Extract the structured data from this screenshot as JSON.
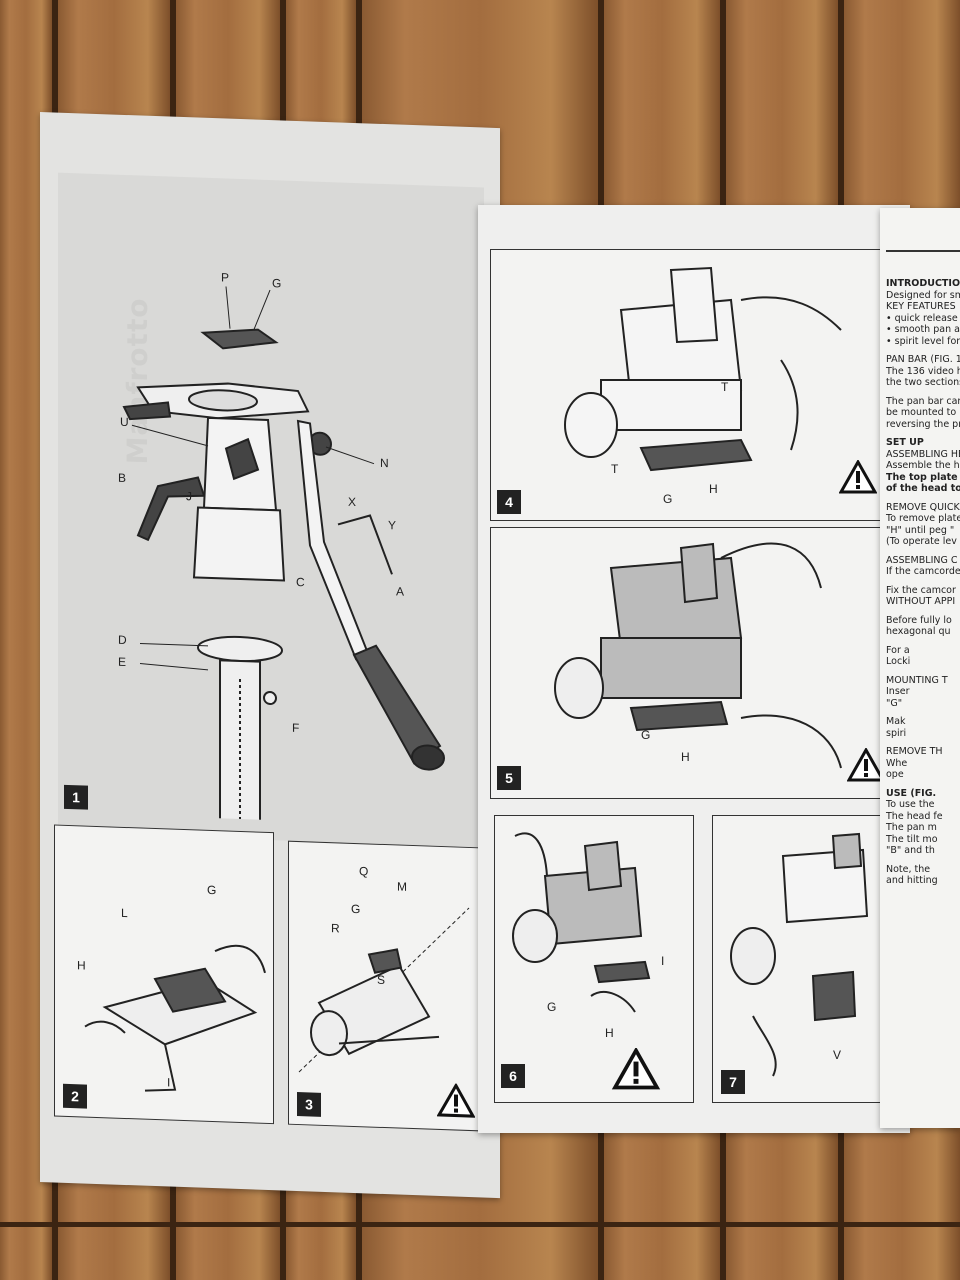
{
  "brand": {
    "name": "Manfrotto"
  },
  "figure1": {
    "number": "1",
    "labels": [
      "P",
      "G",
      "U",
      "N",
      "B",
      "J",
      "X",
      "Y",
      "D",
      "E",
      "C",
      "A",
      "F"
    ]
  },
  "figures": [
    {
      "number": "2",
      "labels": [
        "G",
        "L",
        "H",
        "I"
      ],
      "warning": false
    },
    {
      "number": "3",
      "labels": [
        "Q",
        "M",
        "G",
        "R",
        "S"
      ],
      "warning": true
    },
    {
      "number": "4",
      "labels": [
        "T",
        "T",
        "G",
        "H"
      ],
      "warning": true
    },
    {
      "number": "5",
      "labels": [
        "G",
        "H"
      ],
      "warning": true
    },
    {
      "number": "6",
      "labels": [
        "I",
        "G",
        "H"
      ],
      "warning": true
    },
    {
      "number": "7",
      "labels": [
        "V"
      ],
      "warning": false
    }
  ],
  "text_column": {
    "lines": [
      {
        "t": "INTRODUCTIO",
        "bold": true
      },
      {
        "t": "Designed for sma",
        "bold": false
      },
      {
        "t": "KEY FEATURES",
        "bold": false
      },
      {
        "t": "• quick release c",
        "bold": false
      },
      {
        "t": "• smooth pan an",
        "bold": false
      },
      {
        "t": "• spirit level for f",
        "bold": false
      },
      {
        "t": "",
        "bold": false
      },
      {
        "t": "PAN BAR (FIG. 1",
        "bold": false
      },
      {
        "t": "The 136 video h",
        "bold": false
      },
      {
        "t": "the two sections",
        "bold": false
      },
      {
        "t": "",
        "bold": false
      },
      {
        "t": "The pan bar can",
        "bold": false
      },
      {
        "t": "be mounted to",
        "bold": false
      },
      {
        "t": "reversing the pr",
        "bold": false
      },
      {
        "t": "",
        "bold": false
      },
      {
        "t": "SET UP",
        "bold": true
      },
      {
        "t": "ASSEMBLING HE",
        "bold": false
      },
      {
        "t": "Assemble the he",
        "bold": false
      },
      {
        "t": "The top plate c",
        "bold": true
      },
      {
        "t": "of the head to",
        "bold": true
      },
      {
        "t": "",
        "bold": false
      },
      {
        "t": "REMOVE QUICK",
        "bold": false
      },
      {
        "t": "To remove plate",
        "bold": false
      },
      {
        "t": "\"H\" until peg \"",
        "bold": false
      },
      {
        "t": "(To operate lev",
        "bold": false
      },
      {
        "t": "",
        "bold": false
      },
      {
        "t": "ASSEMBLING C",
        "bold": false
      },
      {
        "t": "If the camcorde",
        "bold": false
      },
      {
        "t": "",
        "bold": false
      },
      {
        "t": "Fix the camcor",
        "bold": false
      },
      {
        "t": "WITHOUT APPI",
        "bold": false
      },
      {
        "t": "",
        "bold": false
      },
      {
        "t": "Before fully lo",
        "bold": false
      },
      {
        "t": "hexagonal qu",
        "bold": false
      },
      {
        "t": "",
        "bold": false
      },
      {
        "t": "     For a",
        "bold": false
      },
      {
        "t": "     Locki",
        "bold": false
      },
      {
        "t": "",
        "bold": false
      },
      {
        "t": "MOUNTING T",
        "bold": false
      },
      {
        "t": "     Inser",
        "bold": false
      },
      {
        "t": "     \"G\"",
        "bold": false
      },
      {
        "t": "",
        "bold": false
      },
      {
        "t": "     Mak",
        "bold": false
      },
      {
        "t": "     spiri",
        "bold": false
      },
      {
        "t": "",
        "bold": false
      },
      {
        "t": "REMOVE TH",
        "bold": false
      },
      {
        "t": "     Whe",
        "bold": false
      },
      {
        "t": "     ope",
        "bold": false
      },
      {
        "t": "",
        "bold": false
      },
      {
        "t": "USE (FIG.",
        "bold": true
      },
      {
        "t": "To use the",
        "bold": false
      },
      {
        "t": "The head fe",
        "bold": false
      },
      {
        "t": "The pan m",
        "bold": false
      },
      {
        "t": "The tilt mo",
        "bold": false
      },
      {
        "t": "\"B\" and th",
        "bold": false
      },
      {
        "t": "",
        "bold": false
      },
      {
        "t": "Note, the",
        "bold": false
      },
      {
        "t": "and hitting",
        "bold": false
      }
    ]
  }
}
